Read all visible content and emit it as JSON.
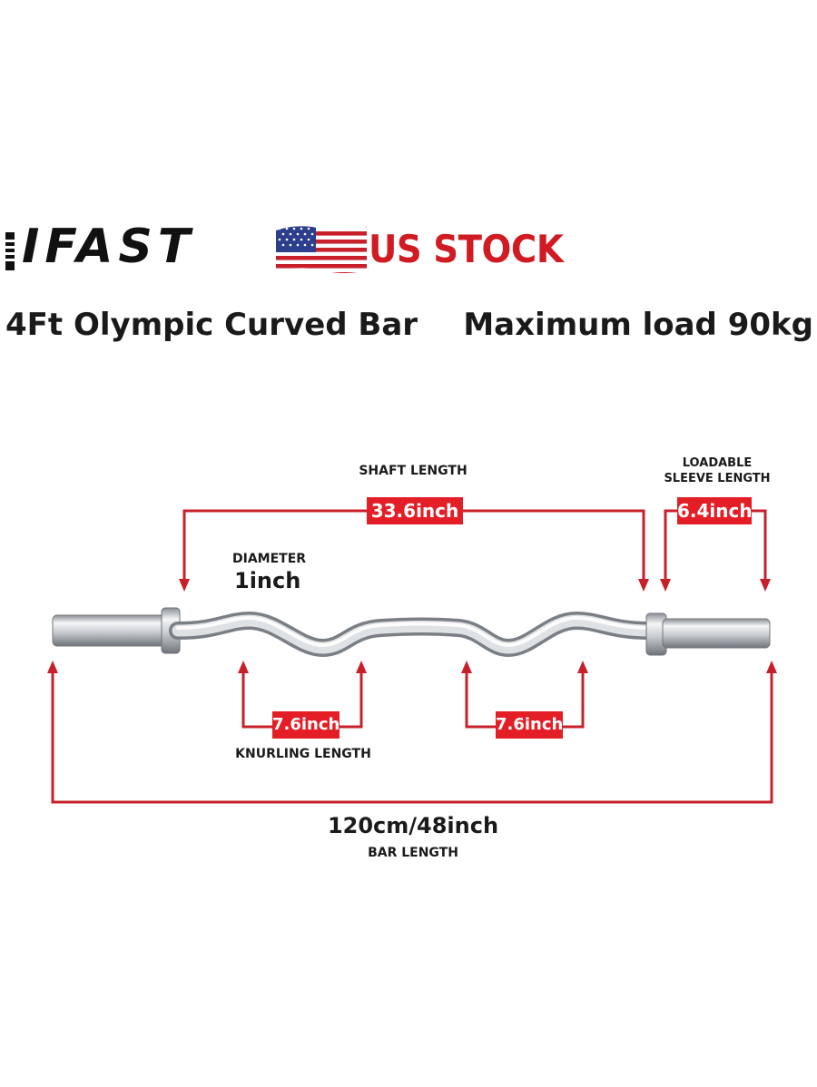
{
  "header": {
    "brand": "IFAST",
    "stock_badge": "US STOCK",
    "product_title": "4Ft Olympic Curved Bar",
    "max_load": "Maximum load 90kg"
  },
  "diagram": {
    "shaft_length_label": "SHAFT LENGTH",
    "shaft_length_value": "33.6inch",
    "sleeve_length_label_line1": "LOADABLE",
    "sleeve_length_label_line2": "SLEEVE LENGTH",
    "sleeve_length_value": "6.4inch",
    "diameter_label": "DIAMETER",
    "diameter_value": "1inch",
    "knurling_left_value": "7.6inch",
    "knurling_right_value": "7.6inch",
    "knurling_label": "KNURLING LENGTH",
    "bar_length_value": "120cm/48inch",
    "bar_length_label": "BAR LENGTH"
  },
  "colors": {
    "accent_red": "#e41e26",
    "dimension_line": "#c8202a",
    "text_dark": "#1a1a1a",
    "steel": "#c0c4c8"
  },
  "icons": [
    "us-flag-icon",
    "bolt-icon"
  ]
}
